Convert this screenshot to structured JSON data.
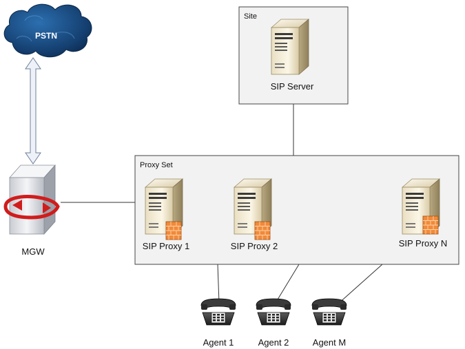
{
  "cloud": {
    "label": "PSTN"
  },
  "gateway": {
    "label": "MGW"
  },
  "site": {
    "title": "Site",
    "server": {
      "label": "SIP Server"
    }
  },
  "proxy_set": {
    "title": "Proxy Set",
    "proxies": [
      {
        "label": "SIP Proxy 1"
      },
      {
        "label": "SIP Proxy 2"
      },
      {
        "label": "SIP Proxy N"
      }
    ]
  },
  "agents": [
    {
      "label": "Agent 1"
    },
    {
      "label": "Agent 2"
    },
    {
      "label": "Agent M"
    }
  ]
}
